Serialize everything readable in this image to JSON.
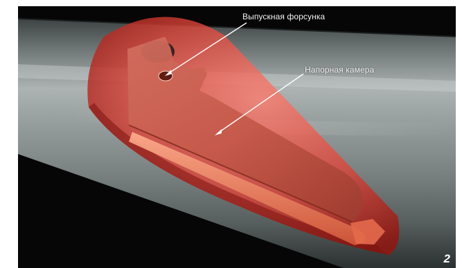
{
  "figure": {
    "labels": {
      "nozzle": "Выпускная форсунка",
      "chamber": "Напорная камера"
    },
    "number": "2"
  },
  "colors": {
    "background": "#060606",
    "pipe": "#9aa0a0",
    "cone": "#d8433a",
    "part": "#c55a4c",
    "label_text": "#f4f4f4",
    "arrow": "#ffffff"
  }
}
